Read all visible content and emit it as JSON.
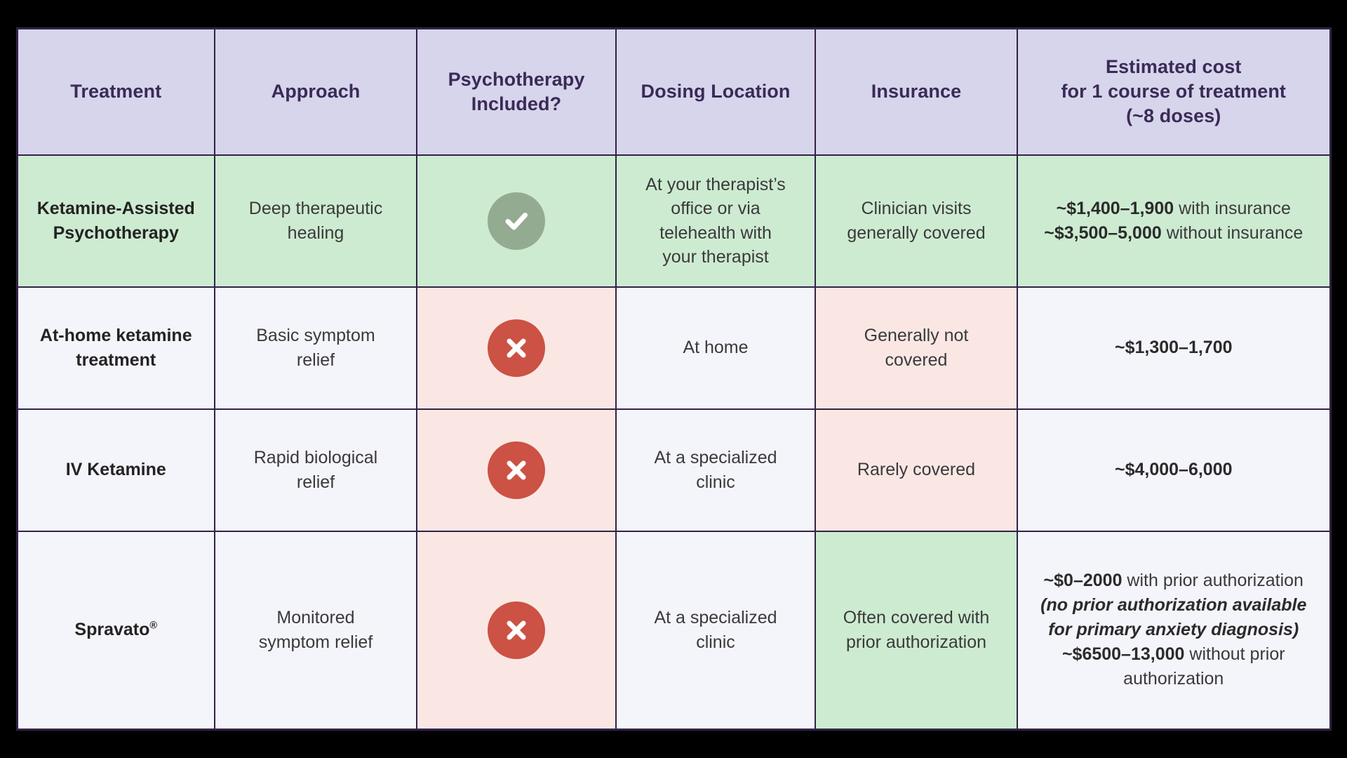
{
  "theme": {
    "page_background": "#000000",
    "table_border": "#322346",
    "header_background": "#d6d5ec",
    "header_text": "#3b2a56",
    "positive_cell": "#cdebd1",
    "negative_cell": "#fae7e4",
    "neutral_cell": "#f4f4fb",
    "check_icon_color": "#93ab91",
    "cross_icon_color": "#cb5244",
    "body_text": "#3a3a3a"
  },
  "table": {
    "headers": [
      "Treatment",
      "Approach",
      "Psychotherapy\nIncluded?",
      "Dosing Location",
      "Insurance",
      "Estimated cost\nfor 1 course of treatment\n(~8 doses)"
    ],
    "header_lines": {
      "h0": [
        "Treatment"
      ],
      "h1": [
        "Approach"
      ],
      "h2": [
        "Psychotherapy",
        "Included?"
      ],
      "h3": [
        "Dosing Location"
      ],
      "h4": [
        "Insurance"
      ],
      "h5": [
        "Estimated cost",
        "for 1 course of treatment",
        "(~8 doses)"
      ]
    },
    "rows": [
      {
        "treatment": {
          "lines": [
            "Ketamine-Assisted",
            "Psychotherapy"
          ],
          "tone": "green"
        },
        "approach": {
          "lines": [
            "Deep therapeutic",
            "healing"
          ],
          "tone": "green"
        },
        "psychotherapy": {
          "icon": "check-circle-icon",
          "value": "Yes",
          "tone": "green"
        },
        "dosing": {
          "lines": [
            "At your therapist’s",
            "office or via",
            "telehealth with",
            "your therapist"
          ],
          "tone": "green"
        },
        "insurance": {
          "lines": [
            "Clinician visits",
            "generally covered"
          ],
          "tone": "green"
        },
        "cost": {
          "tone": "green",
          "segments": [
            {
              "text": "~$1,400–1,900",
              "style": "bold"
            },
            {
              "text": " with insurance",
              "style": "normal"
            },
            {
              "text": "\n",
              "style": "break"
            },
            {
              "text": "~$3,500–5,000",
              "style": "bold"
            },
            {
              "text": " without insurance",
              "style": "normal"
            }
          ]
        }
      },
      {
        "treatment": {
          "lines": [
            "At-home ketamine",
            "treatment"
          ],
          "tone": "plain"
        },
        "approach": {
          "lines": [
            "Basic symptom",
            "relief"
          ],
          "tone": "plain"
        },
        "psychotherapy": {
          "icon": "cross-circle-icon",
          "value": "No",
          "tone": "pink"
        },
        "dosing": {
          "lines": [
            "At home"
          ],
          "tone": "plain"
        },
        "insurance": {
          "lines": [
            "Generally not",
            "covered"
          ],
          "tone": "pink"
        },
        "cost": {
          "tone": "plain",
          "segments": [
            {
              "text": "~$1,300–1,700",
              "style": "bold"
            }
          ]
        }
      },
      {
        "treatment": {
          "lines": [
            "IV Ketamine"
          ],
          "tone": "plain"
        },
        "approach": {
          "lines": [
            "Rapid biological",
            "relief"
          ],
          "tone": "plain"
        },
        "psychotherapy": {
          "icon": "cross-circle-icon",
          "value": "No",
          "tone": "pink"
        },
        "dosing": {
          "lines": [
            "At a specialized",
            "clinic"
          ],
          "tone": "plain"
        },
        "insurance": {
          "lines": [
            "Rarely covered"
          ],
          "tone": "pink"
        },
        "cost": {
          "tone": "plain",
          "segments": [
            {
              "text": "~$4,000–6,000",
              "style": "bold"
            }
          ]
        }
      },
      {
        "treatment": {
          "lines": [
            "Spravato®"
          ],
          "tone": "plain",
          "registered_mark": true
        },
        "approach": {
          "lines": [
            "Monitored",
            "symptom relief"
          ],
          "tone": "plain"
        },
        "psychotherapy": {
          "icon": "cross-circle-icon",
          "value": "No",
          "tone": "pink"
        },
        "dosing": {
          "lines": [
            "At a specialized",
            "clinic"
          ],
          "tone": "plain"
        },
        "insurance": {
          "lines": [
            "Often covered with",
            "prior authorization"
          ],
          "tone": "green"
        },
        "cost": {
          "tone": "plain",
          "segments": [
            {
              "text": "~$0–2000",
              "style": "bold"
            },
            {
              "text": " with prior authorization ",
              "style": "normal"
            },
            {
              "text": "(no prior authorization available for primary anxiety diagnosis)",
              "style": "bold-italic"
            },
            {
              "text": " ",
              "style": "normal"
            },
            {
              "text": "~$6500–13,000",
              "style": "bold"
            },
            {
              "text": " without prior authorization",
              "style": "normal"
            }
          ]
        }
      }
    ]
  }
}
